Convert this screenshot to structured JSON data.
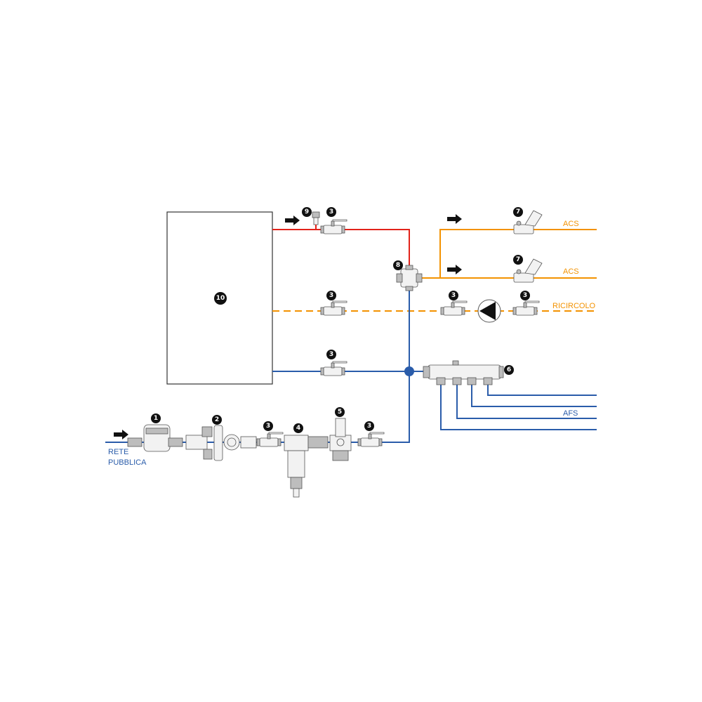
{
  "colors": {
    "hot": "#e2231a",
    "acs": "#f39200",
    "cold": "#2a5caa",
    "badge": "#111111",
    "tank_stroke": "#333333"
  },
  "tank": {
    "label": "10"
  },
  "badges": {
    "meter": "1",
    "group_2": "2",
    "valve": "3",
    "filter": "4",
    "reducer": "5",
    "manifold": "6",
    "balancing_valve": "7",
    "mixer": "8",
    "air_vent": "9"
  },
  "labels": {
    "acs_top": "ACS",
    "acs_mid": "ACS",
    "ricircolo": "RICIRCOLO",
    "afs": "AFS",
    "rete_line1": "RETE",
    "rete_line2": "PUBBLICA"
  },
  "icons": [
    "arrow-right-icon",
    "pump-icon"
  ]
}
